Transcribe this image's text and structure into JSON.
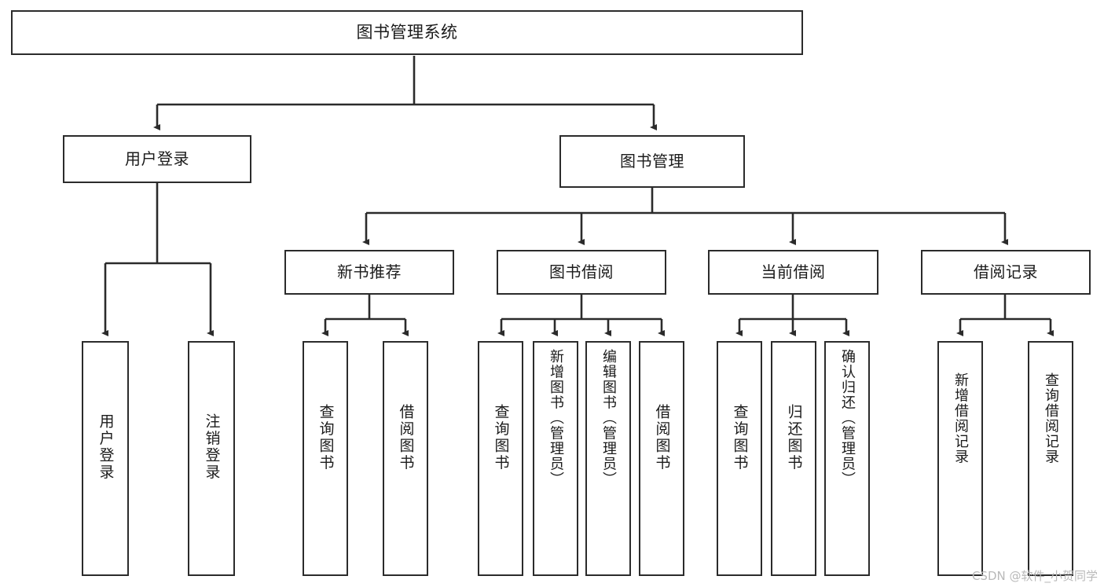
{
  "diagram": {
    "type": "tree",
    "title": "图书管理系统",
    "watermark": "CSDN @软件_小贺同学",
    "colors": {
      "stroke": "#2b2b2b",
      "fill": "#ffffff",
      "text": "#1b1b1b",
      "watermark": "#b9b9b9"
    },
    "nodes": {
      "root": {
        "label": "图书管理系统"
      },
      "level1": [
        {
          "id": "user-login",
          "label": "用户登录"
        },
        {
          "id": "book-manage",
          "label": "图书管理"
        }
      ],
      "level2": [
        {
          "id": "new-book-recommend",
          "label": "新书推荐"
        },
        {
          "id": "book-borrow",
          "label": "图书借阅"
        },
        {
          "id": "current-borrow",
          "label": "当前借阅"
        },
        {
          "id": "borrow-record",
          "label": "借阅记录"
        }
      ],
      "leaves": {
        "user_login": [
          {
            "id": "leaf-user-login",
            "label": "用户登录"
          },
          {
            "id": "leaf-logout",
            "label": "注销登录"
          }
        ],
        "new_book_recommend": [
          {
            "id": "leaf-query-book-1",
            "label": "查询图书"
          },
          {
            "id": "leaf-borrow-book-1",
            "label": "借阅图书"
          }
        ],
        "book_borrow": [
          {
            "id": "leaf-query-book-2",
            "label": "查询图书"
          },
          {
            "id": "leaf-add-book",
            "label": "新增图书（管理员）"
          },
          {
            "id": "leaf-edit-book",
            "label": "编辑图书（管理员）"
          },
          {
            "id": "leaf-borrow-book-2",
            "label": "借阅图书"
          }
        ],
        "current_borrow": [
          {
            "id": "leaf-query-book-3",
            "label": "查询图书"
          },
          {
            "id": "leaf-return-book",
            "label": "归还图书"
          },
          {
            "id": "leaf-confirm-return",
            "label": "确认归还（管理员）"
          }
        ],
        "borrow_record": [
          {
            "id": "leaf-add-record",
            "label": "新增借阅记录"
          },
          {
            "id": "leaf-query-record",
            "label": "查询借阅记录"
          }
        ]
      }
    }
  }
}
